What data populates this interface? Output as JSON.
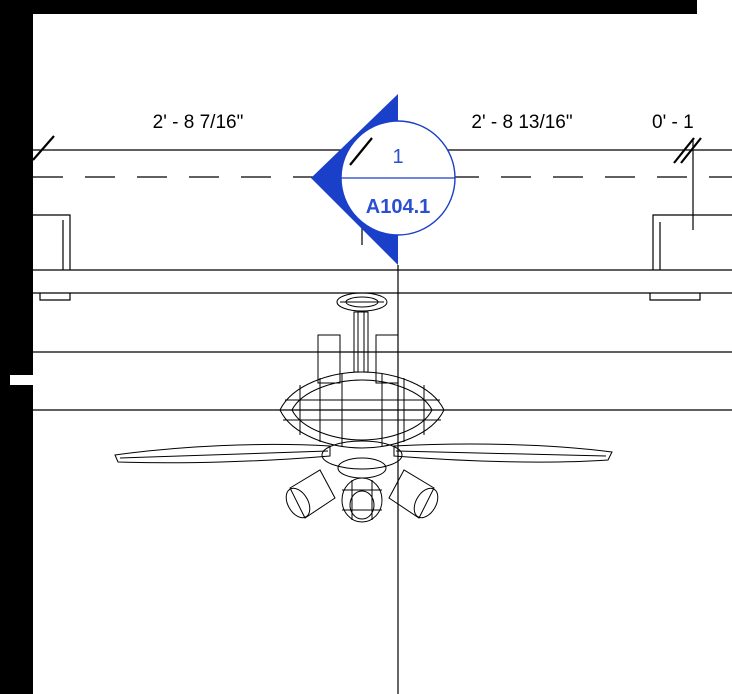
{
  "drawing": {
    "dimensions": {
      "dim_left": "2' - 8 7/16\"",
      "dim_right": "2' - 8 13/16\"",
      "dim_far_right": "0' - 1"
    },
    "section_tag": {
      "detail_number": "1",
      "sheet_number": "A104.1"
    }
  },
  "colors": {
    "background": "#000000",
    "drawing_area": "#ffffff",
    "line": "#000000",
    "section_marker": "#1a3fc8",
    "section_text": "#2a4fd0"
  },
  "icons": {
    "fixture": "ceiling-fan-with-lights-symbol",
    "section": "section-head-marker"
  }
}
